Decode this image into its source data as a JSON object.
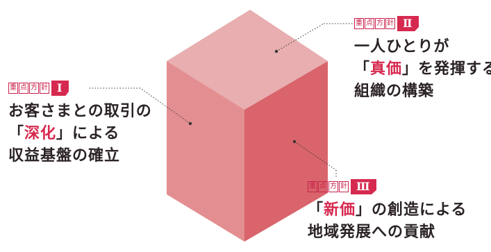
{
  "colors": {
    "accent": "#d6294f",
    "cube_top": "#e8aeb0",
    "cube_left": "#e38e90",
    "cube_right": "#d9646c"
  },
  "focus_areas": [
    {
      "tag_chars": [
        "重",
        "点",
        "方",
        "針"
      ],
      "numeral": "Ⅰ",
      "lines": [
        {
          "pre": "",
          "accent": "",
          "post": "お客さまとの取引の"
        },
        {
          "pre": "「",
          "accent": "深化",
          "post": "」による"
        },
        {
          "pre": "",
          "accent": "",
          "post": "収益基盤の確立"
        }
      ]
    },
    {
      "tag_chars": [
        "重",
        "点",
        "方",
        "針"
      ],
      "numeral": "Ⅱ",
      "lines": [
        {
          "pre": "",
          "accent": "",
          "post": "一人ひとりが"
        },
        {
          "pre": "「",
          "accent": "真価",
          "post": "」を発揮する"
        },
        {
          "pre": "",
          "accent": "",
          "post": "組織の構築"
        }
      ]
    },
    {
      "tag_chars": [
        "重",
        "点",
        "方",
        "針"
      ],
      "numeral": "Ⅲ",
      "lines": [
        {
          "pre": "「",
          "accent": "新価",
          "post": "」の創造による"
        },
        {
          "pre": "",
          "accent": "",
          "post": "地域発展への貢献"
        }
      ]
    }
  ]
}
